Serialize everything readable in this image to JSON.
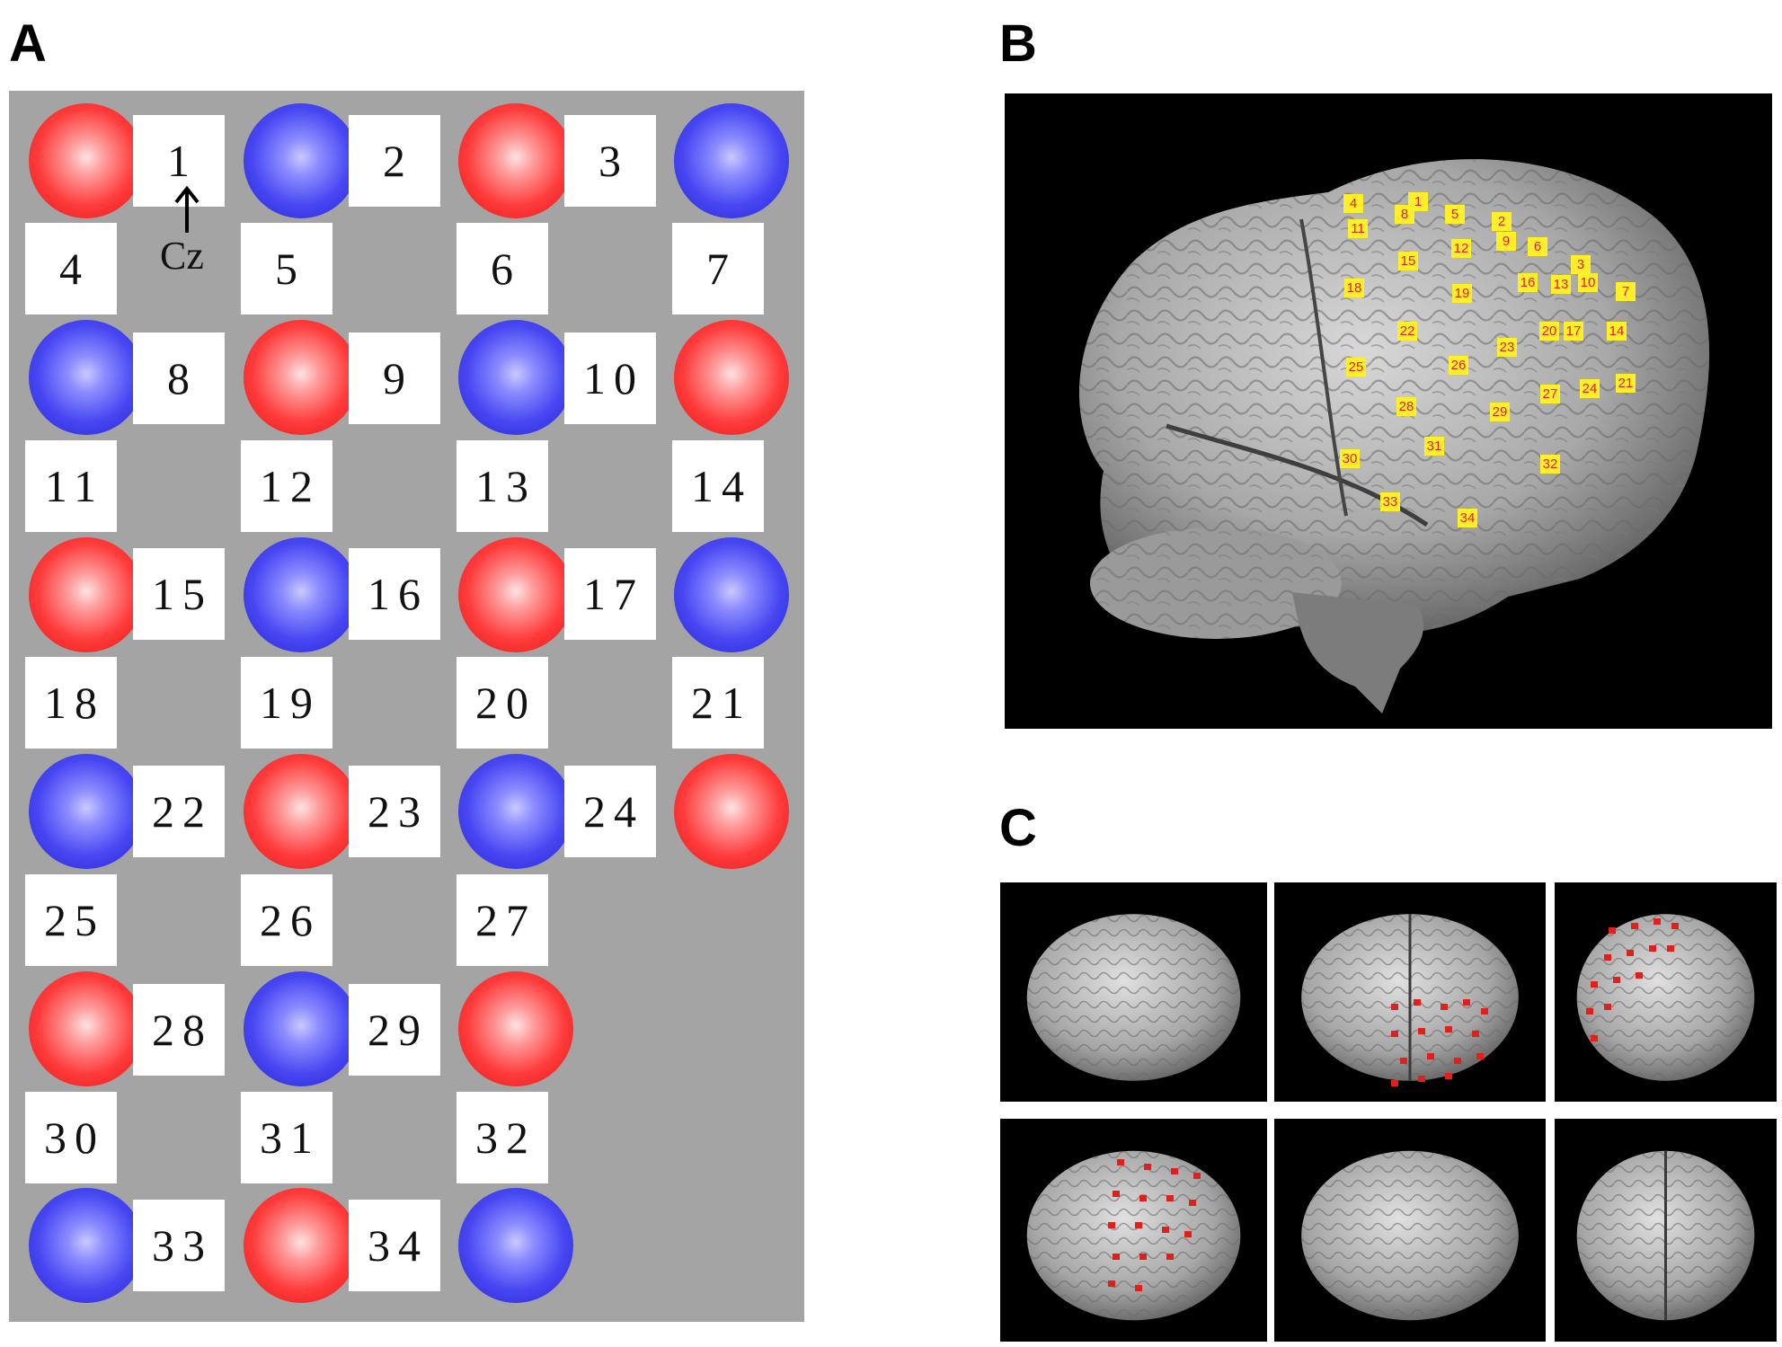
{
  "panel_labels": {
    "a": "A",
    "b": "B",
    "c": "C"
  },
  "panel_a": {
    "optode_rows": [
      [
        "red",
        "blue",
        "red",
        "blue"
      ],
      [
        "blue",
        "red",
        "blue",
        "red"
      ],
      [
        "red",
        "blue",
        "red",
        "blue"
      ],
      [
        "blue",
        "red",
        "blue",
        "red"
      ],
      [
        "red",
        "blue",
        "red"
      ],
      [
        "blue",
        "red",
        "blue"
      ]
    ],
    "channels": [
      "1",
      "2",
      "3",
      "4",
      "5",
      "6",
      "7",
      "8",
      "9",
      "10",
      "11",
      "12",
      "13",
      "14",
      "15",
      "16",
      "17",
      "18",
      "19",
      "20",
      "21",
      "22",
      "23",
      "24",
      "25",
      "26",
      "27",
      "28",
      "29",
      "30",
      "31",
      "32",
      "33",
      "34"
    ],
    "reference_label": "Cz",
    "colors": {
      "source": "#ff3b3b",
      "detector": "#4747f2",
      "background": "#a4a4a4"
    }
  },
  "panel_b": {
    "channel_tags": [
      "1",
      "2",
      "3",
      "4",
      "5",
      "6",
      "7",
      "8",
      "9",
      "10",
      "11",
      "12",
      "13",
      "14",
      "15",
      "16",
      "17",
      "18",
      "19",
      "20",
      "21",
      "22",
      "23",
      "24",
      "25",
      "26",
      "27",
      "28",
      "29",
      "30",
      "31",
      "32",
      "33",
      "34"
    ],
    "tag_color": "#ffef2a",
    "tag_text_color": "#e01f1f"
  },
  "panel_c": {
    "views": [
      "inferior",
      "posterior",
      "right-lateral",
      "left-lateral",
      "left-lateral-plain",
      "anterior"
    ],
    "marker_color": "#e01f1f"
  }
}
